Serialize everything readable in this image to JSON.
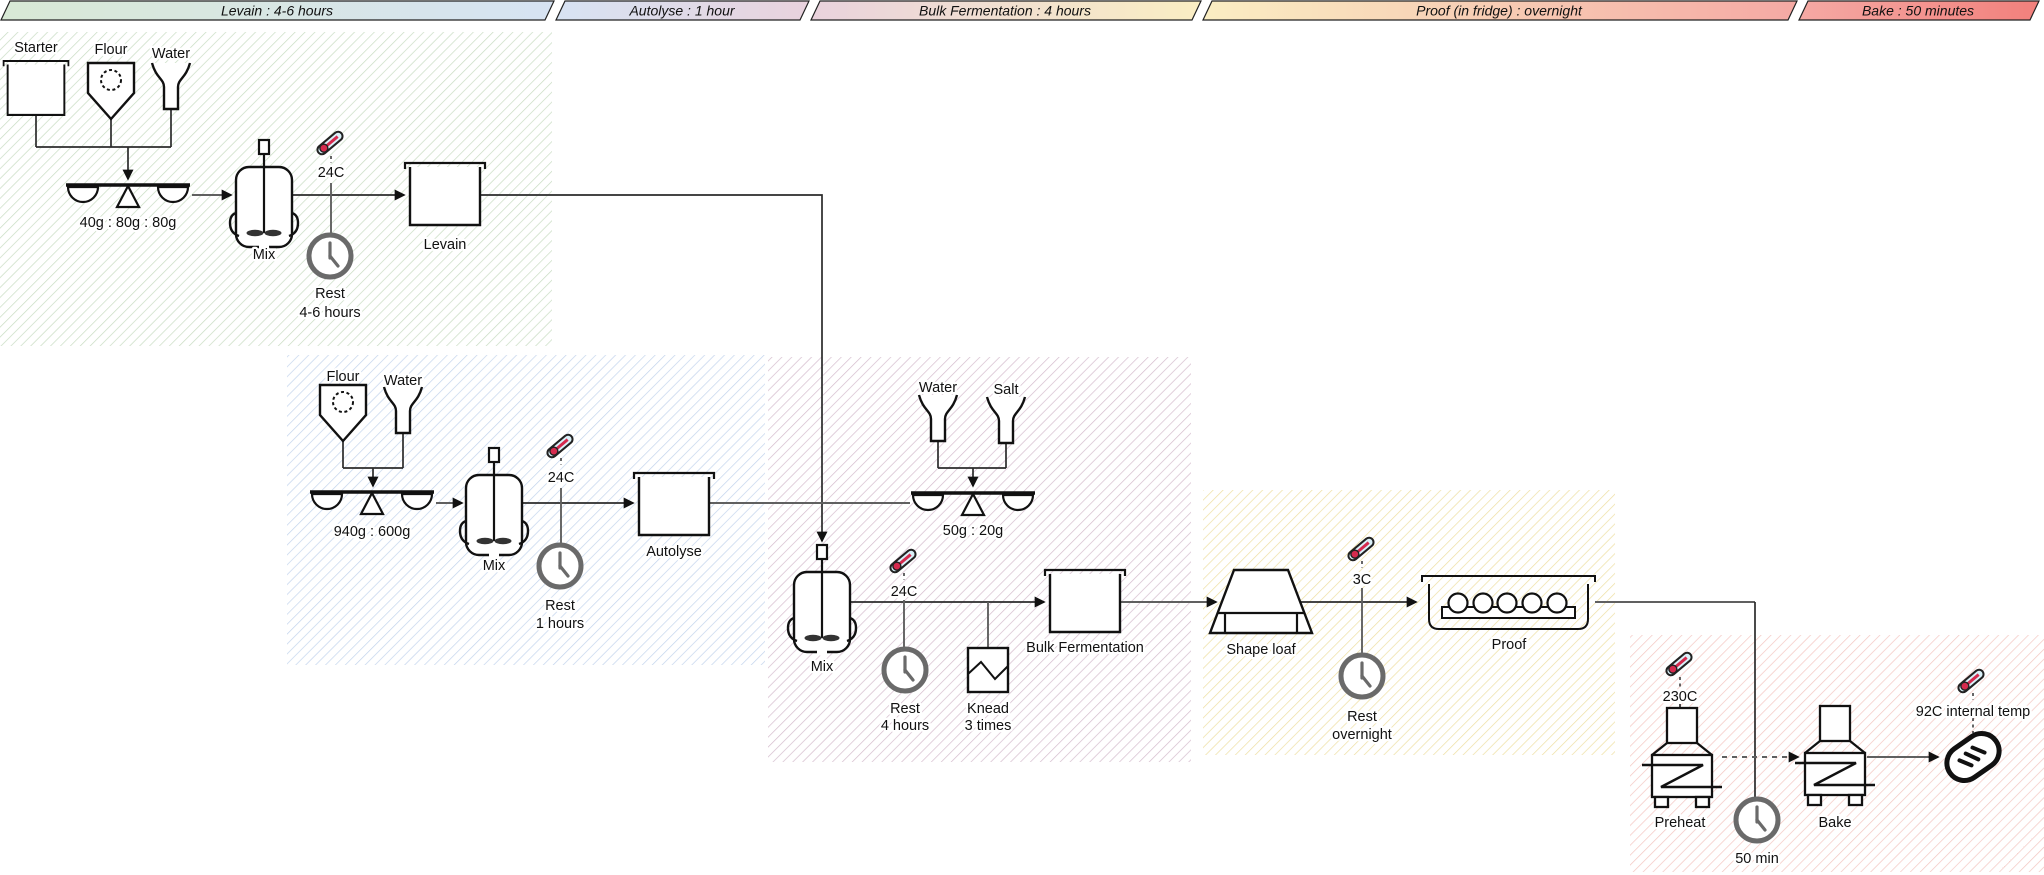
{
  "banner": {
    "segments": [
      {
        "label": "Levain : 4-6 hours",
        "from": "#d8e9d5",
        "to": "#d7e3f3"
      },
      {
        "label": "Autolyse : 1 hour",
        "from": "#d7e3f3",
        "to": "#e9d2dd"
      },
      {
        "label": "Bulk Fermentation : 4 hours",
        "from": "#e9d2dd",
        "to": "#faeec3"
      },
      {
        "label": "Proof (in fridge) : overnight",
        "from": "#faeec3",
        "to": "#f5a9a4"
      },
      {
        "label": "Bake : 50 minutes",
        "from": "#f5a9a4",
        "to": "#f2807c"
      }
    ]
  },
  "regions": {
    "levain": {
      "hatch": "#c8dcc2"
    },
    "autolyse": {
      "hatch": "#c3d4ec"
    },
    "bulk": {
      "hatch": "#d5bccd"
    },
    "proof": {
      "hatch": "#eedfa2"
    },
    "bake": {
      "hatch": "#f3c6c1"
    }
  },
  "phases": {
    "levain": {
      "starter": "Starter",
      "flour": "Flour",
      "water": "Water",
      "ratio": "40g : 80g : 80g",
      "mix": "Mix",
      "temp": "24C",
      "rest1": "Rest",
      "rest2": "4-6 hours",
      "result": "Levain"
    },
    "autolyse": {
      "flour": "Flour",
      "water": "Water",
      "ratio": "940g : 600g",
      "mix": "Mix",
      "temp": "24C",
      "rest1": "Rest",
      "rest2": "1 hours",
      "result": "Autolyse"
    },
    "bulk": {
      "water": "Water",
      "salt": "Salt",
      "ratio": "50g : 20g",
      "mix": "Mix",
      "temp": "24C",
      "rest1": "Rest",
      "rest2": "4 hours",
      "knead1": "Knead",
      "knead2": "3 times",
      "result": "Bulk Fermentation"
    },
    "proof": {
      "shape": "Shape loaf",
      "temp": "3C",
      "rest1": "Rest",
      "rest2": "overnight",
      "result": "Proof"
    },
    "bake": {
      "preheat": "Preheat",
      "temp": "230C",
      "duration": "50 min",
      "bake": "Bake",
      "internal": "92C internal temp"
    }
  }
}
